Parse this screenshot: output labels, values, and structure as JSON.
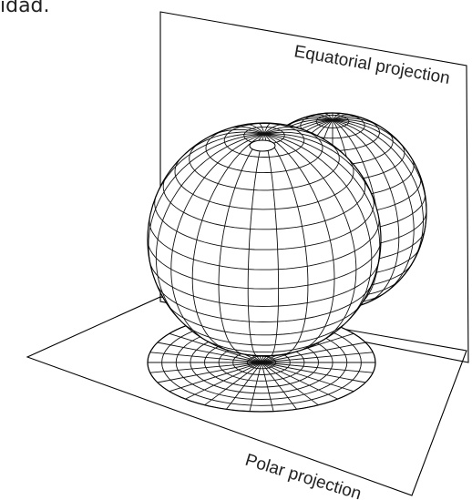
{
  "caption_fragment": "idad.",
  "planes": {
    "equatorial_label": "Equatorial projection",
    "polar_label": "Polar projection"
  },
  "style": {
    "line_color": "#000000",
    "background": "#ffffff"
  }
}
